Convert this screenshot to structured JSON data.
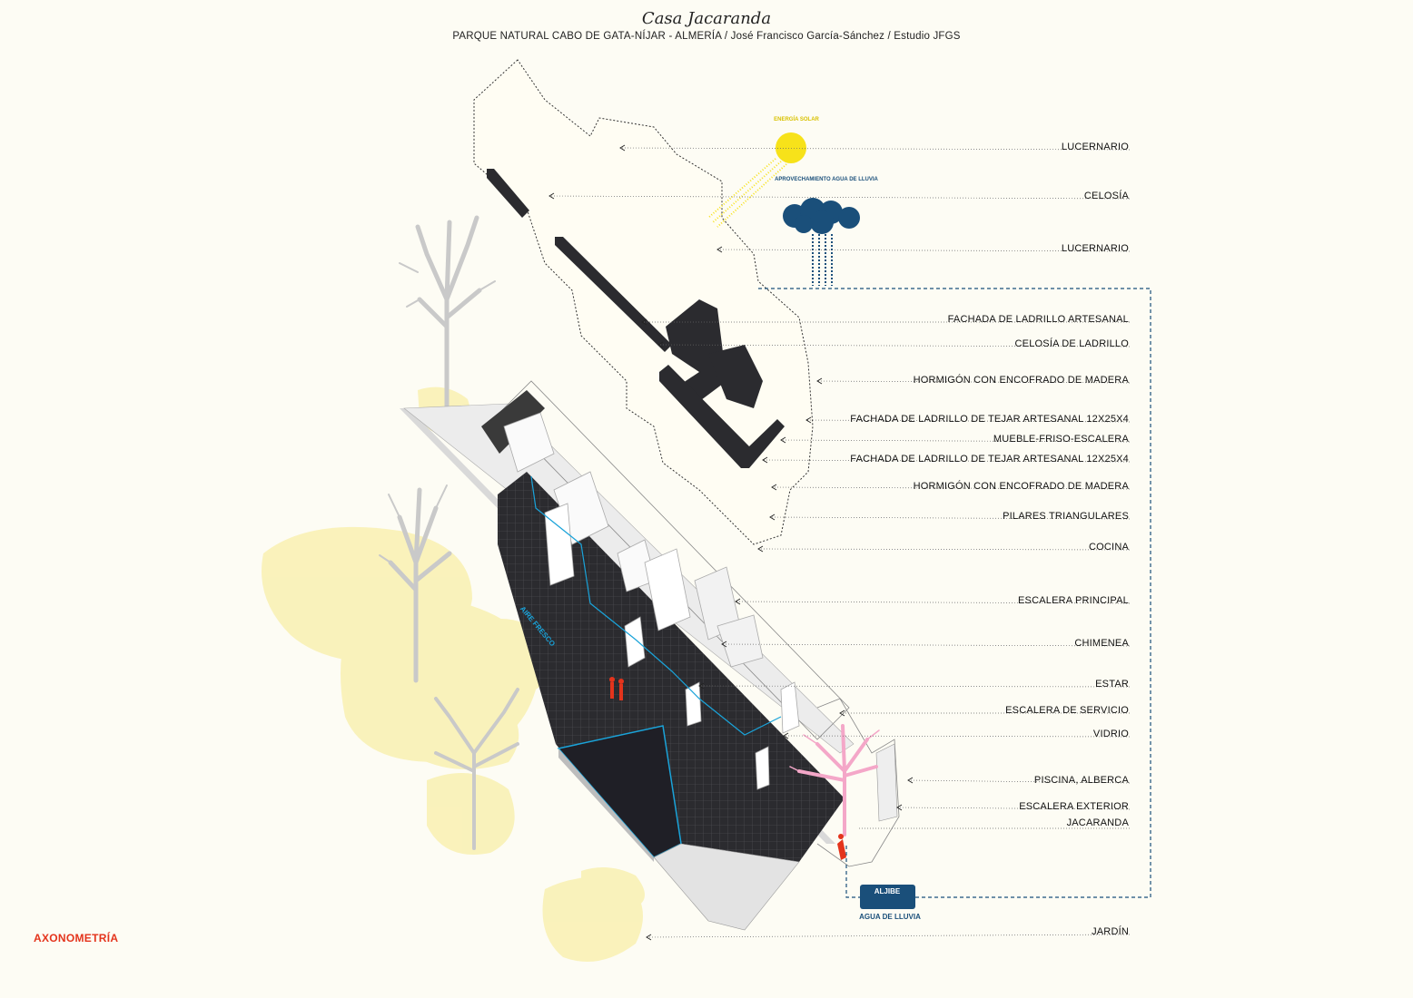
{
  "header": {
    "title": "Casa Jacaranda",
    "subtitle": "PARQUE NATURAL CABO DE GATA-NÍJAR - ALMERÍA  /  José Francisco García-Sánchez  /  Estudio JFGS"
  },
  "section_label": "AXONOMETRÍA",
  "diagram_labels": {
    "solar": "ENERGÍA SOLAR",
    "rain": "APROVECHAMIENTO AGUA DE LLUVIA",
    "fresh_air": "AIRE FRESCO",
    "cistern": "ALJIBE",
    "rainwater": "AGUA DE LLUVIA"
  },
  "callouts": [
    "LUCERNARIO",
    "CELOSÍA",
    "LUCERNARIO",
    "FACHADA DE LADRILLO ARTESANAL",
    "CELOSÍA DE LADRILLO",
    "HORMIGÓN CON ENCOFRADO DE MADERA",
    "FACHADA DE LADRILLO DE TEJAR ARTESANAL 12X25X4",
    "MUEBLE-FRISO-ESCALERA",
    "FACHADA DE LADRILLO DE TEJAR ARTESANAL 12X25X4",
    "HORMIGÓN CON ENCOFRADO DE MADERA",
    "PILARES TRIANGULARES",
    "COCINA",
    "ESCALERA PRINCIPAL",
    "CHIMENEA",
    "ESTAR",
    "ESCALERA DE SERVICIO",
    "VIDRIO",
    "PISCINA, ALBERCA",
    "ESCALERA EXTERIOR",
    "JARDÍN"
  ],
  "callout_jacaranda": "JACARANDA",
  "colors": {
    "background": "#fdfcf4",
    "accent_red": "#e4341c",
    "sun": "#f7e21a",
    "water_blue": "#1a4f7a",
    "floor_dark": "#2b2b2f",
    "glass_cyan": "#1aa3d9",
    "jacaranda_pink": "#f4a7c8",
    "tree_grey": "#c9c9c9",
    "haze_yellow": "#f8efa8"
  }
}
